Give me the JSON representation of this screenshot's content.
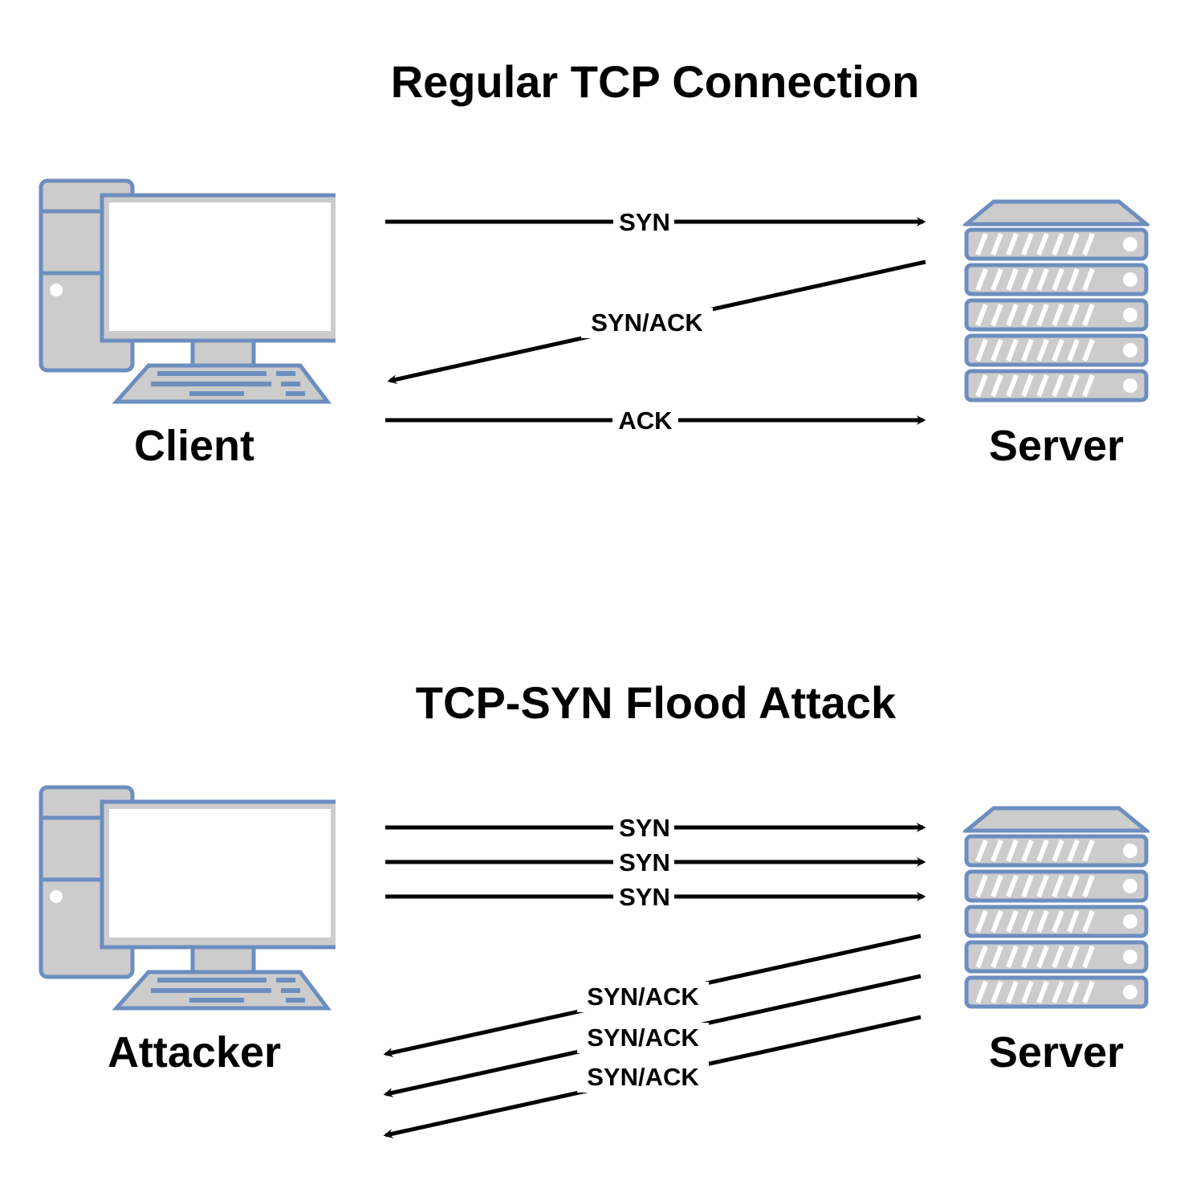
{
  "colors": {
    "device_fill": "#cccccc",
    "device_stroke": "#6c8ebf",
    "screen_fill": "#ffffff",
    "arrow": "#000000",
    "text": "#000000",
    "background": "#ffffff"
  },
  "regular": {
    "title": "Regular TCP Connection",
    "client_label": "Client",
    "server_label": "Server",
    "client_icon": "desktop-computer-icon",
    "server_icon": "server-rack-icon",
    "messages": [
      {
        "label": "SYN",
        "direction": "client-to-server"
      },
      {
        "label": "SYN/ACK",
        "direction": "server-to-client"
      },
      {
        "label": "ACK",
        "direction": "client-to-server"
      }
    ]
  },
  "flood": {
    "title": "TCP-SYN Flood Attack",
    "attacker_label": "Attacker",
    "server_label": "Server",
    "attacker_icon": "desktop-computer-icon",
    "server_icon": "server-rack-icon",
    "messages": [
      {
        "label": "SYN",
        "direction": "attacker-to-server"
      },
      {
        "label": "SYN",
        "direction": "attacker-to-server"
      },
      {
        "label": "SYN",
        "direction": "attacker-to-server"
      },
      {
        "label": "SYN/ACK",
        "direction": "server-to-attacker"
      },
      {
        "label": "SYN/ACK",
        "direction": "server-to-attacker"
      },
      {
        "label": "SYN/ACK",
        "direction": "server-to-attacker"
      }
    ]
  }
}
